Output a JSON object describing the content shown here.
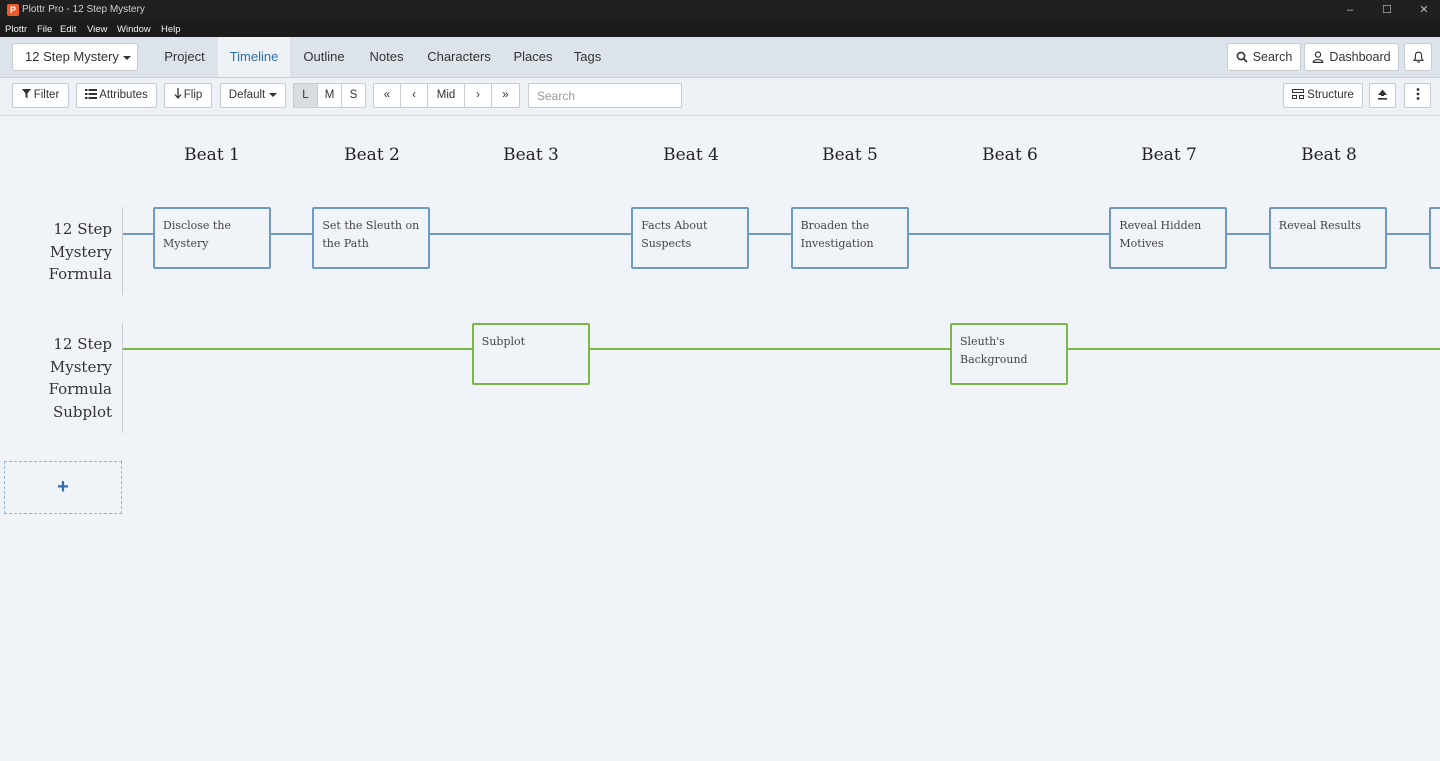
{
  "window": {
    "title": "Plottr Pro - 12 Step Mystery",
    "app_icon": "P",
    "controls": {
      "minimize": "–",
      "maximize": "☐",
      "close": "✕"
    }
  },
  "menu": [
    "Plottr",
    "File",
    "Edit",
    "View",
    "Window",
    "Help"
  ],
  "nav": {
    "project_name": "12 Step Mystery",
    "tabs": [
      {
        "label": "Project",
        "active": false
      },
      {
        "label": "Timeline",
        "active": true
      },
      {
        "label": "Outline",
        "active": false
      },
      {
        "label": "Notes",
        "active": false
      },
      {
        "label": "Characters",
        "active": false
      },
      {
        "label": "Places",
        "active": false
      },
      {
        "label": "Tags",
        "active": false
      }
    ],
    "search_label": "Search",
    "dashboard_label": "Dashboard"
  },
  "toolbar": {
    "filter_label": "Filter",
    "attributes_label": "Attributes",
    "flip_label": "Flip",
    "default_label": "Default",
    "sizes": [
      "L",
      "M",
      "S"
    ],
    "active_size": "L",
    "nav_buttons": [
      "«",
      "‹",
      "Mid",
      "›",
      "»"
    ],
    "search_placeholder": "Search",
    "structure_label": "Structure"
  },
  "timeline": {
    "beats": [
      "Beat 1",
      "Beat 2",
      "Beat 3",
      "Beat 4",
      "Beat 5",
      "Beat 6",
      "Beat 7",
      "Beat 8"
    ],
    "plotlines": [
      {
        "title": "12 Step Mystery Formula",
        "color": "#6b9ac4",
        "cards": [
          {
            "beat": 1,
            "title": "Disclose the Mystery"
          },
          {
            "beat": 2,
            "title": "Set the Sleuth on the Path"
          },
          {
            "beat": 4,
            "title": "Facts About Suspects"
          },
          {
            "beat": 5,
            "title": "Broaden the Investigation"
          },
          {
            "beat": 7,
            "title": "Reveal Hidden Motives"
          },
          {
            "beat": 8,
            "title": "Reveal Results"
          }
        ]
      },
      {
        "title": "12 Step Mystery Formula Subplot",
        "color": "#7ab648",
        "cards": [
          {
            "beat": 3,
            "title": "Subplot"
          },
          {
            "beat": 6,
            "title": "Sleuth's Background"
          }
        ]
      }
    ],
    "add_plotline_label": "+"
  }
}
